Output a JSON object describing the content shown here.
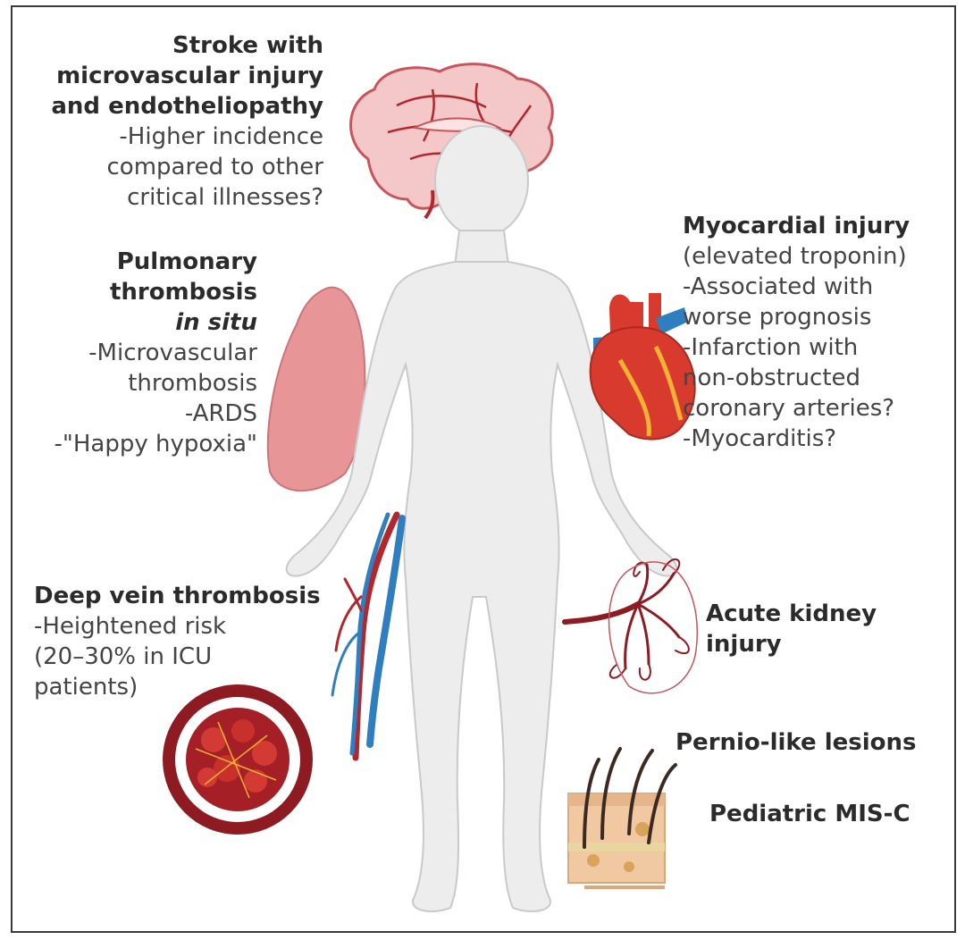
{
  "colors": {
    "border": "#3a3a3a",
    "body": "#ededed",
    "body_outline": "#c9c9c9",
    "brain": "#f4c7c9",
    "vessel_red": "#b3262b",
    "vein_blue": "#2f7fc0",
    "lung": "#e58a8c",
    "heart": "#d93a2e",
    "skin": "#f0c9a2"
  },
  "sections": {
    "stroke": {
      "head": [
        "Stroke with",
        "microvascular injury",
        "and endotheliopathy"
      ],
      "lines": [
        "-Higher incidence",
        "compared to other",
        "critical illnesses?"
      ]
    },
    "pulmonary": {
      "head": [
        "Pulmonary",
        "thrombosis"
      ],
      "italic": "in situ",
      "lines": [
        "-Microvascular",
        "thrombosis",
        "-ARDS",
        "-\"Happy hypoxia\""
      ]
    },
    "myocardial": {
      "head": "Myocardial injury",
      "lines": [
        "(elevated troponin)",
        "-Associated with",
        "worse prognosis",
        "-Infarction with",
        "non-obstructed",
        "coronary arteries?",
        "-Myocarditis?"
      ]
    },
    "dvt": {
      "head": "Deep vein thrombosis",
      "lines": [
        "-Heightened risk",
        "(20–30% in ICU",
        "patients)"
      ]
    },
    "kidney": {
      "head": [
        "Acute kidney",
        "injury"
      ]
    },
    "pernio": {
      "head": "Pernio-like lesions"
    },
    "misc": {
      "head": "Pediatric MIS-C"
    }
  }
}
